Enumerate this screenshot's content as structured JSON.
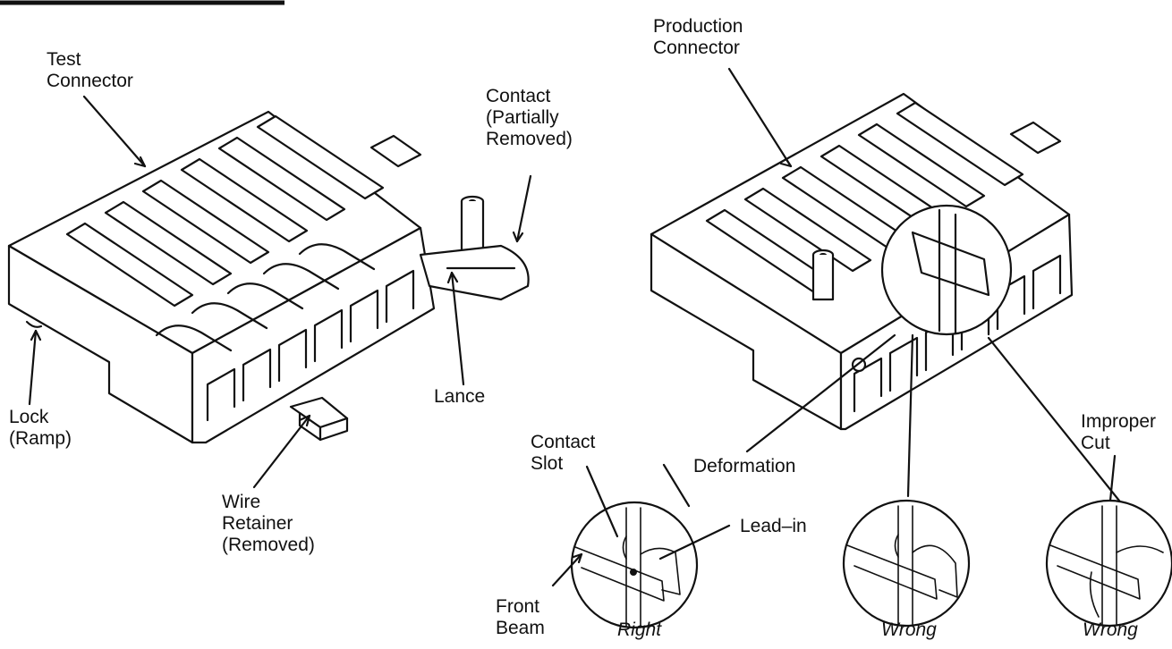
{
  "labels": {
    "test_connector": [
      "Test",
      "Connector"
    ],
    "contact_partially_removed": [
      "Contact",
      "(Partially",
      "Removed)"
    ],
    "lock_ramp": [
      "Lock",
      "(Ramp)"
    ],
    "lance": "Lance",
    "wire_retainer": [
      "Wire",
      "Retainer",
      "(Removed)"
    ],
    "production_connector": [
      "Production",
      "Connector"
    ],
    "contact_slot": [
      "Contact",
      "Slot"
    ],
    "deformation": "Deformation",
    "lead_in": "Lead–in",
    "front_beam": [
      "Front",
      "Beam"
    ],
    "improper_cut": [
      "Improper",
      "Cut"
    ]
  },
  "verdicts": {
    "right": "Right",
    "wrong_middle": "Wrong",
    "wrong_right": "Wrong"
  }
}
